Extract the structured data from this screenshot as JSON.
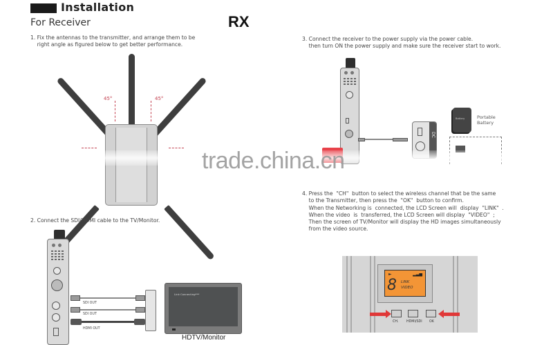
{
  "header": {
    "title": "Installation",
    "subtitle": "For Receiver",
    "badge": "RX"
  },
  "steps": [
    {
      "number": "1",
      "text": "1. Fix the antennas to the transmitter, and arrange them to be\n    right angle as figured below to get better performance."
    },
    {
      "number": "2",
      "text": "2. Connect the SDI/HDMI cable to the TV/Monitor."
    },
    {
      "number": "3",
      "text": "3. Connect the receiver to the power supply via the power cable.\n    then turn ON the power supply and make sure the receiver start to work."
    },
    {
      "number": "4",
      "text": "4. Press the  \"CH\"  button to select the wireless channel that be the same\n    to the Transmitter, then press the  \"OK\"  button to confirm.\n    When the Networking is  connected, the LCD Screen will  display  \"LINK\"  .\n    When the video  is  transferred, the LCD Screen will display  \"VIDEO\"  ;\n    Then the screen of TV/Monitor will display the HD images simultaneously\n    from the video source."
    }
  ],
  "antenna_diagram": {
    "angle_left": "45°",
    "angle_right": "45°"
  },
  "connection_diagram": {
    "ports": [
      "SDI OUT",
      "SDI OUT",
      "HDMI OUT"
    ],
    "monitor_screen_text": "Link Connecting***",
    "monitor_caption": "HDTV/Monitor"
  },
  "power_diagram": {
    "dc_label": "DC",
    "battery_label": "Battery",
    "battery_caption": "Portable\nBattery"
  },
  "lcd_panel": {
    "channel_digit": "8",
    "status_lines": [
      "LINK",
      "VIDEO"
    ],
    "buttons": [
      "CH.",
      "HDMI/SDI",
      "OK"
    ],
    "screen_color": "#f39536",
    "arrow_color": "#e03838"
  },
  "watermark": "trade.china.cn"
}
